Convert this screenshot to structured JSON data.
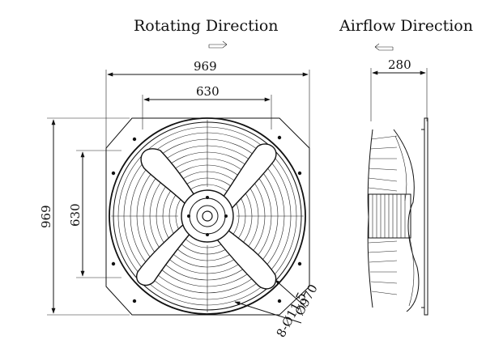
{
  "labels": {
    "rotating_direction": "Rotating Direction",
    "airflow_direction": "Airflow Direction"
  },
  "dimensions": {
    "front_width": "969",
    "front_inner_width": "630",
    "front_height": "969",
    "front_inner_height": "630",
    "side_depth": "280"
  },
  "callouts": {
    "ring_diameter": "Ø970",
    "mounting_holes": "8-Ø11.5"
  }
}
